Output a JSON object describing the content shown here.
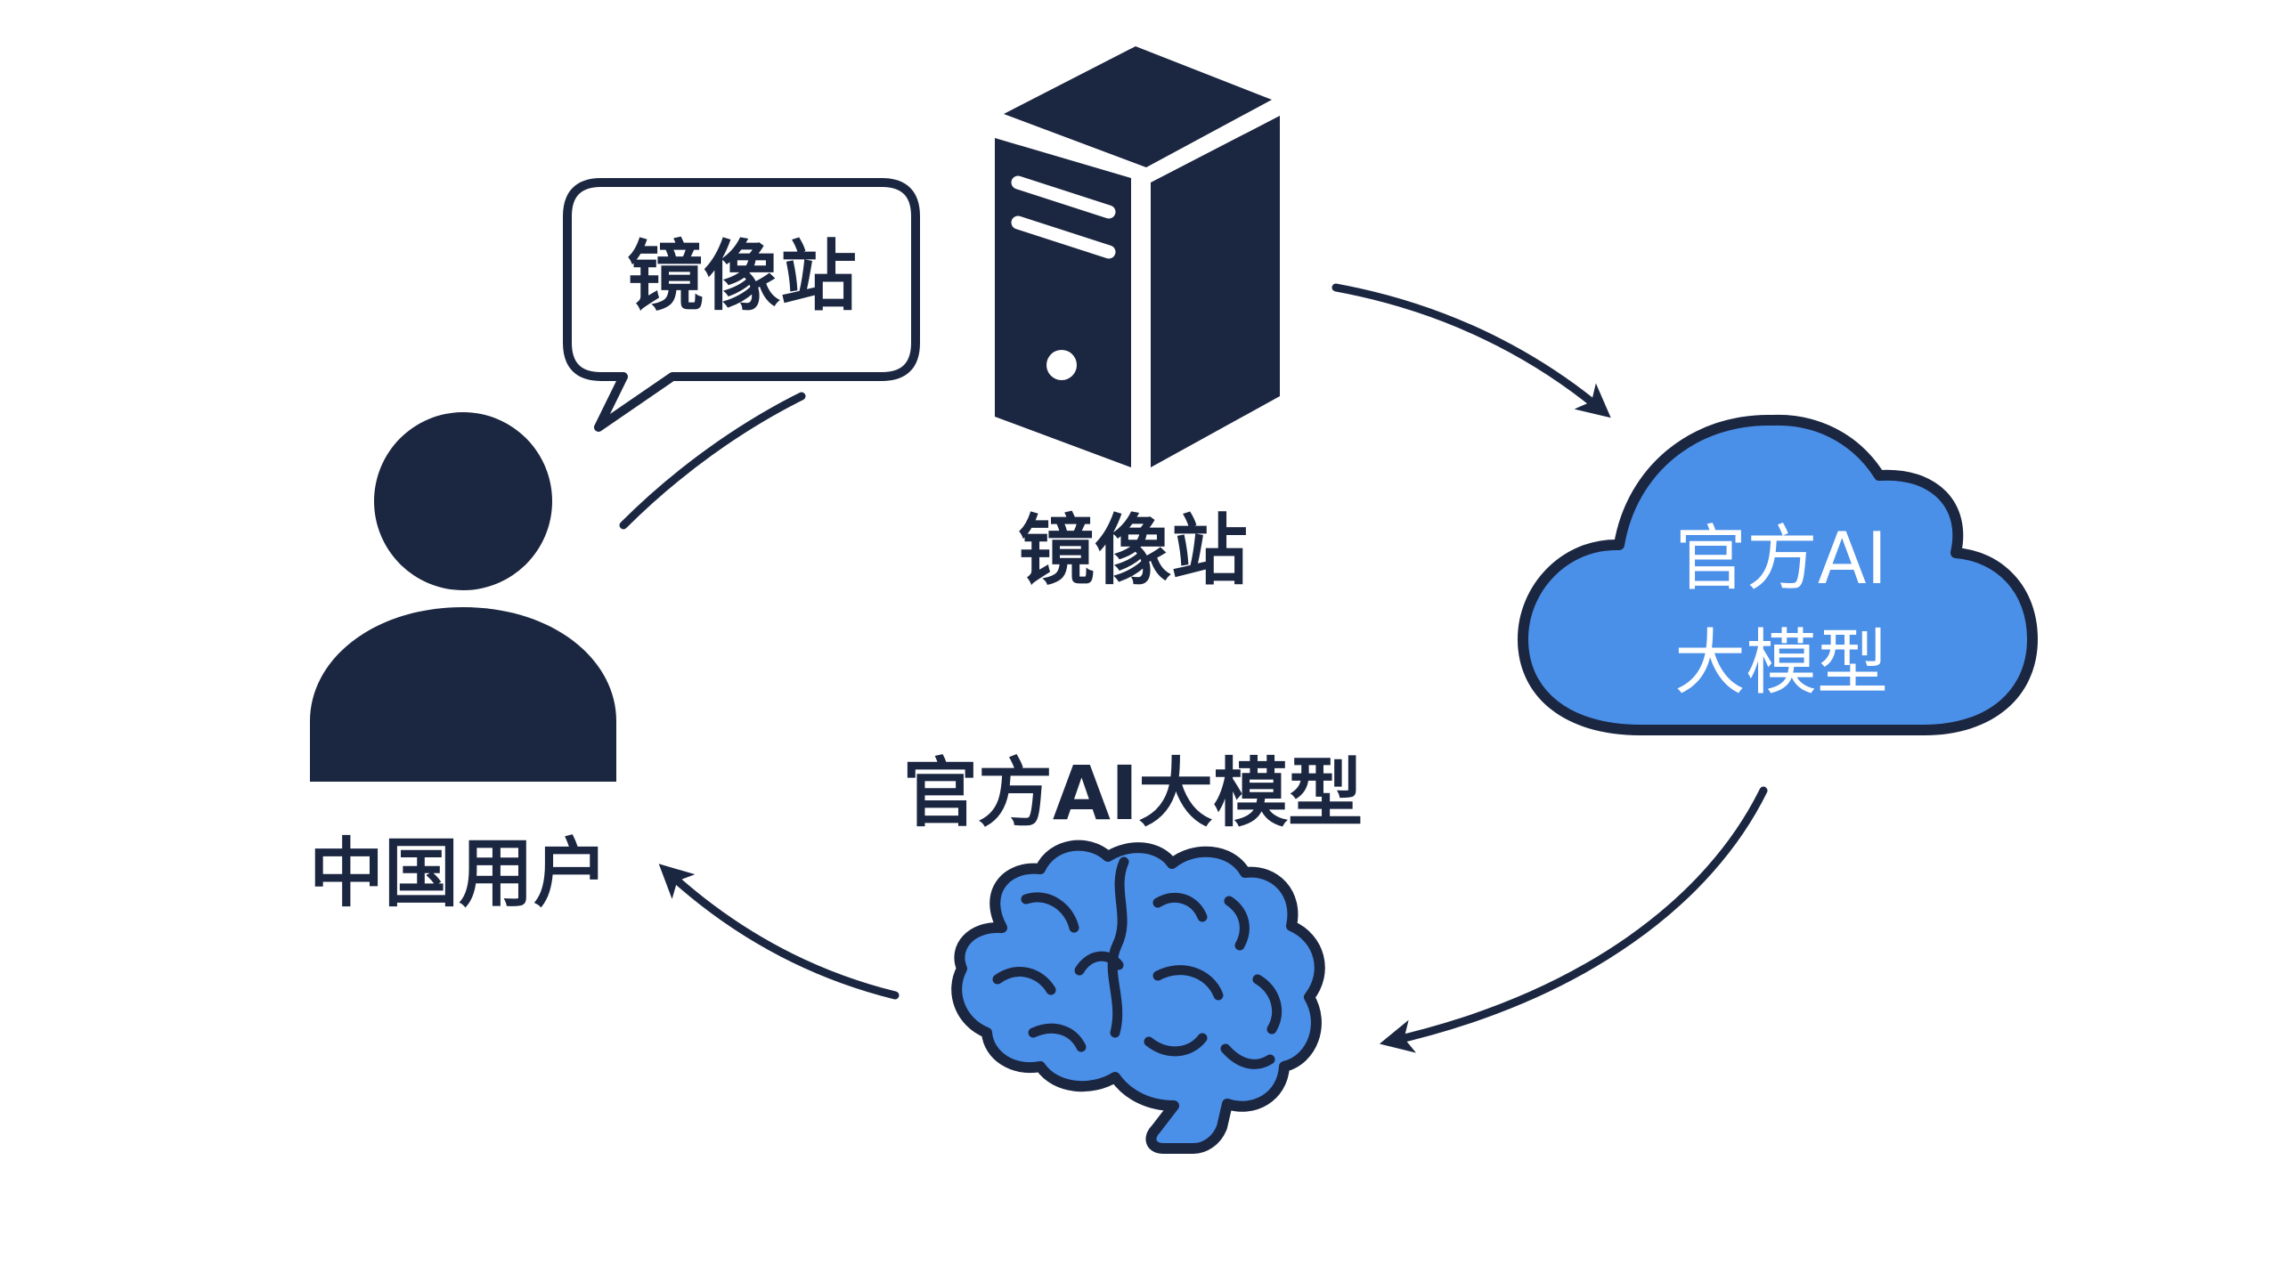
{
  "colors": {
    "navy": "#1b2640",
    "blue": "#4a8fe8",
    "white": "#ffffff"
  },
  "icons": [
    "user-icon",
    "speech-bubble-icon",
    "server-icon",
    "cloud-icon",
    "brain-icon"
  ],
  "nodes": {
    "bubble_label": "镜像站",
    "server_label": "镜像站",
    "user_label": "中国用户",
    "cloud_line1": "官方AI",
    "cloud_line2": "大模型",
    "brain_label": "官方AI大模型"
  },
  "flow": [
    {
      "from": "镜像站",
      "to": "官方AI 大模型"
    },
    {
      "from": "官方AI 大模型",
      "to": "官方AI大模型"
    },
    {
      "from": "官方AI大模型",
      "to": "中国用户"
    },
    {
      "from": "中国用户",
      "to": "镜像站"
    }
  ]
}
